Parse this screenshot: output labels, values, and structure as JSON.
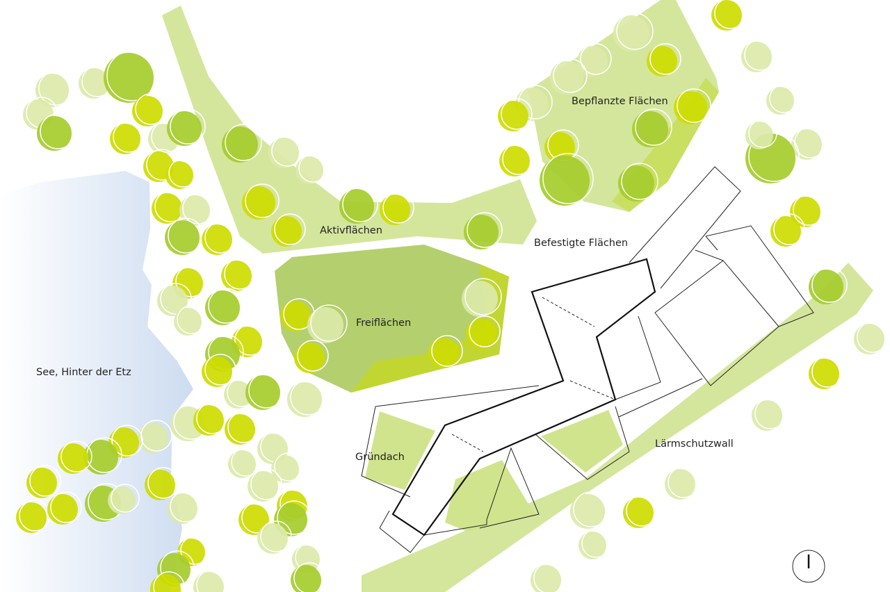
{
  "labels": {
    "planted": "Bepflanzte Flächen",
    "active": "Aktivflächen",
    "paved": "Befestigte Flächen",
    "open": "Freiflächen",
    "lake": "See, Hinter der Etz",
    "green_roof": "Gründach",
    "noise_wall": "Lärmschutzwall"
  },
  "colors": {
    "light_green": "#d4e69c",
    "mid_green": "#b4cf6e",
    "tree_yellow": "#cddc00",
    "tree_green": "#a6cc2c",
    "tree_pale": "#dce9a9",
    "water": "#d3e1f3"
  },
  "north_arrow": "north-arrow"
}
